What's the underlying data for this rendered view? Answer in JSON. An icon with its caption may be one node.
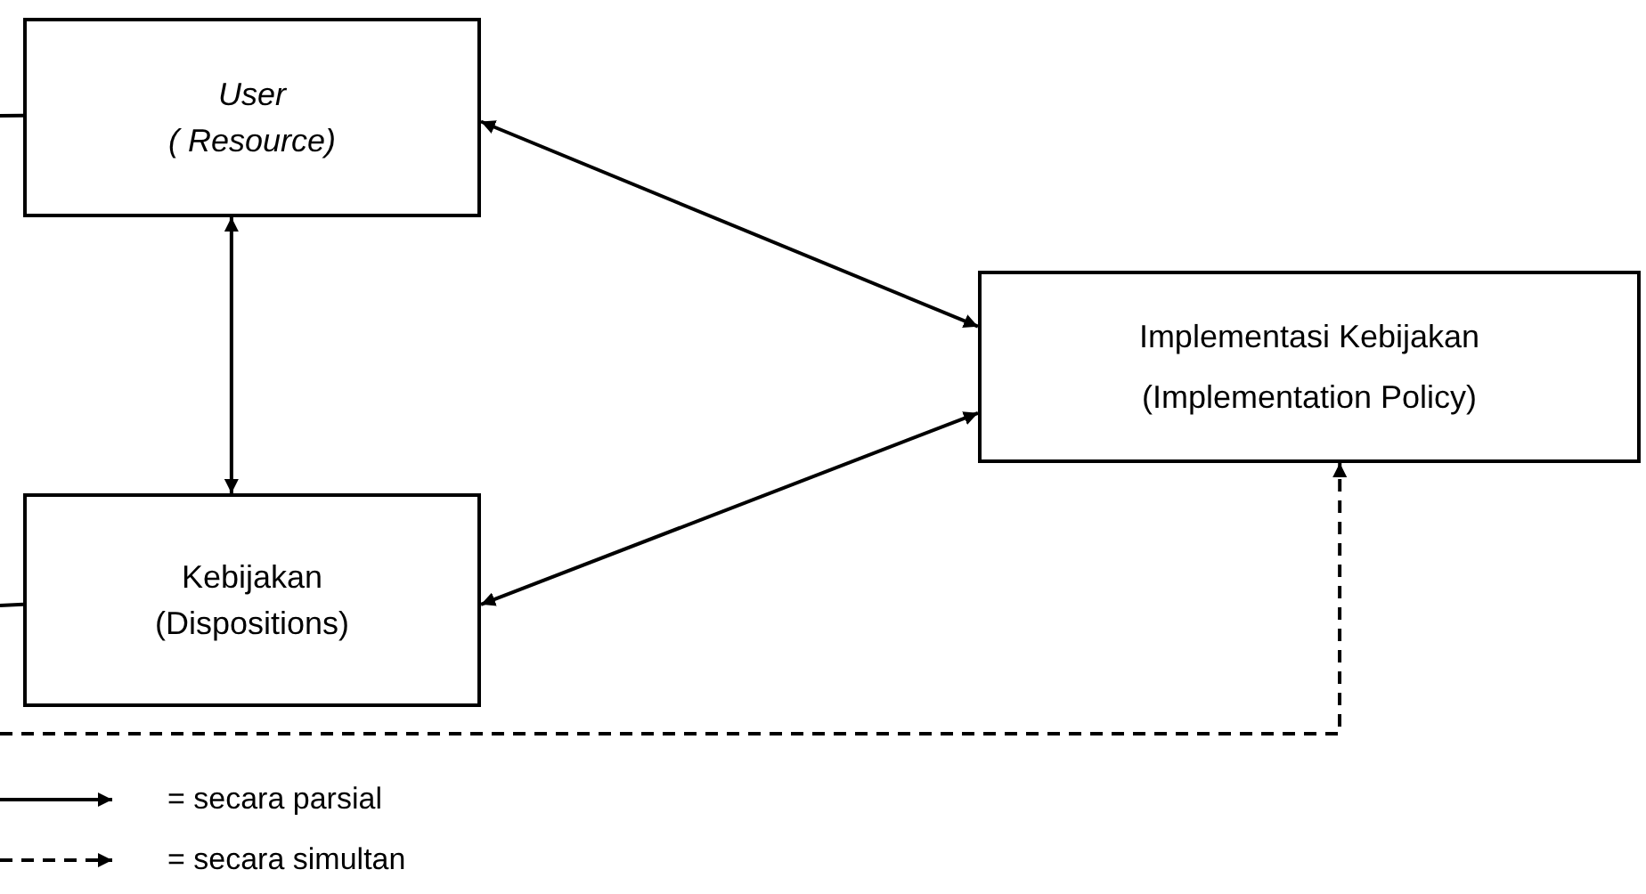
{
  "diagram": {
    "nodes": [
      {
        "text": [
          "User",
          "( Resource)"
        ]
      },
      {
        "text": [
          "Kebijakan",
          "(Dispositions)"
        ]
      },
      {
        "text": [
          "Implementasi Kebijakan",
          "(Implementation Policy)"
        ]
      }
    ],
    "edges": [
      {
        "from": 0,
        "to": 1,
        "arrow": "both"
      },
      {
        "from": 2,
        "to": 0,
        "arrow": "both"
      },
      {
        "from": 1,
        "to": 2,
        "arrow": "both"
      },
      {
        "from": null,
        "to": 0,
        "arrow": "none"
      },
      {
        "from": null,
        "to": 1,
        "arrow": "none"
      },
      {
        "from": null,
        "to": 2,
        "arrow": "to",
        "style": "dashed"
      }
    ],
    "legend": [
      {
        "text": "= secara parsial"
      },
      {
        "text": "= secara simultan"
      }
    ]
  }
}
